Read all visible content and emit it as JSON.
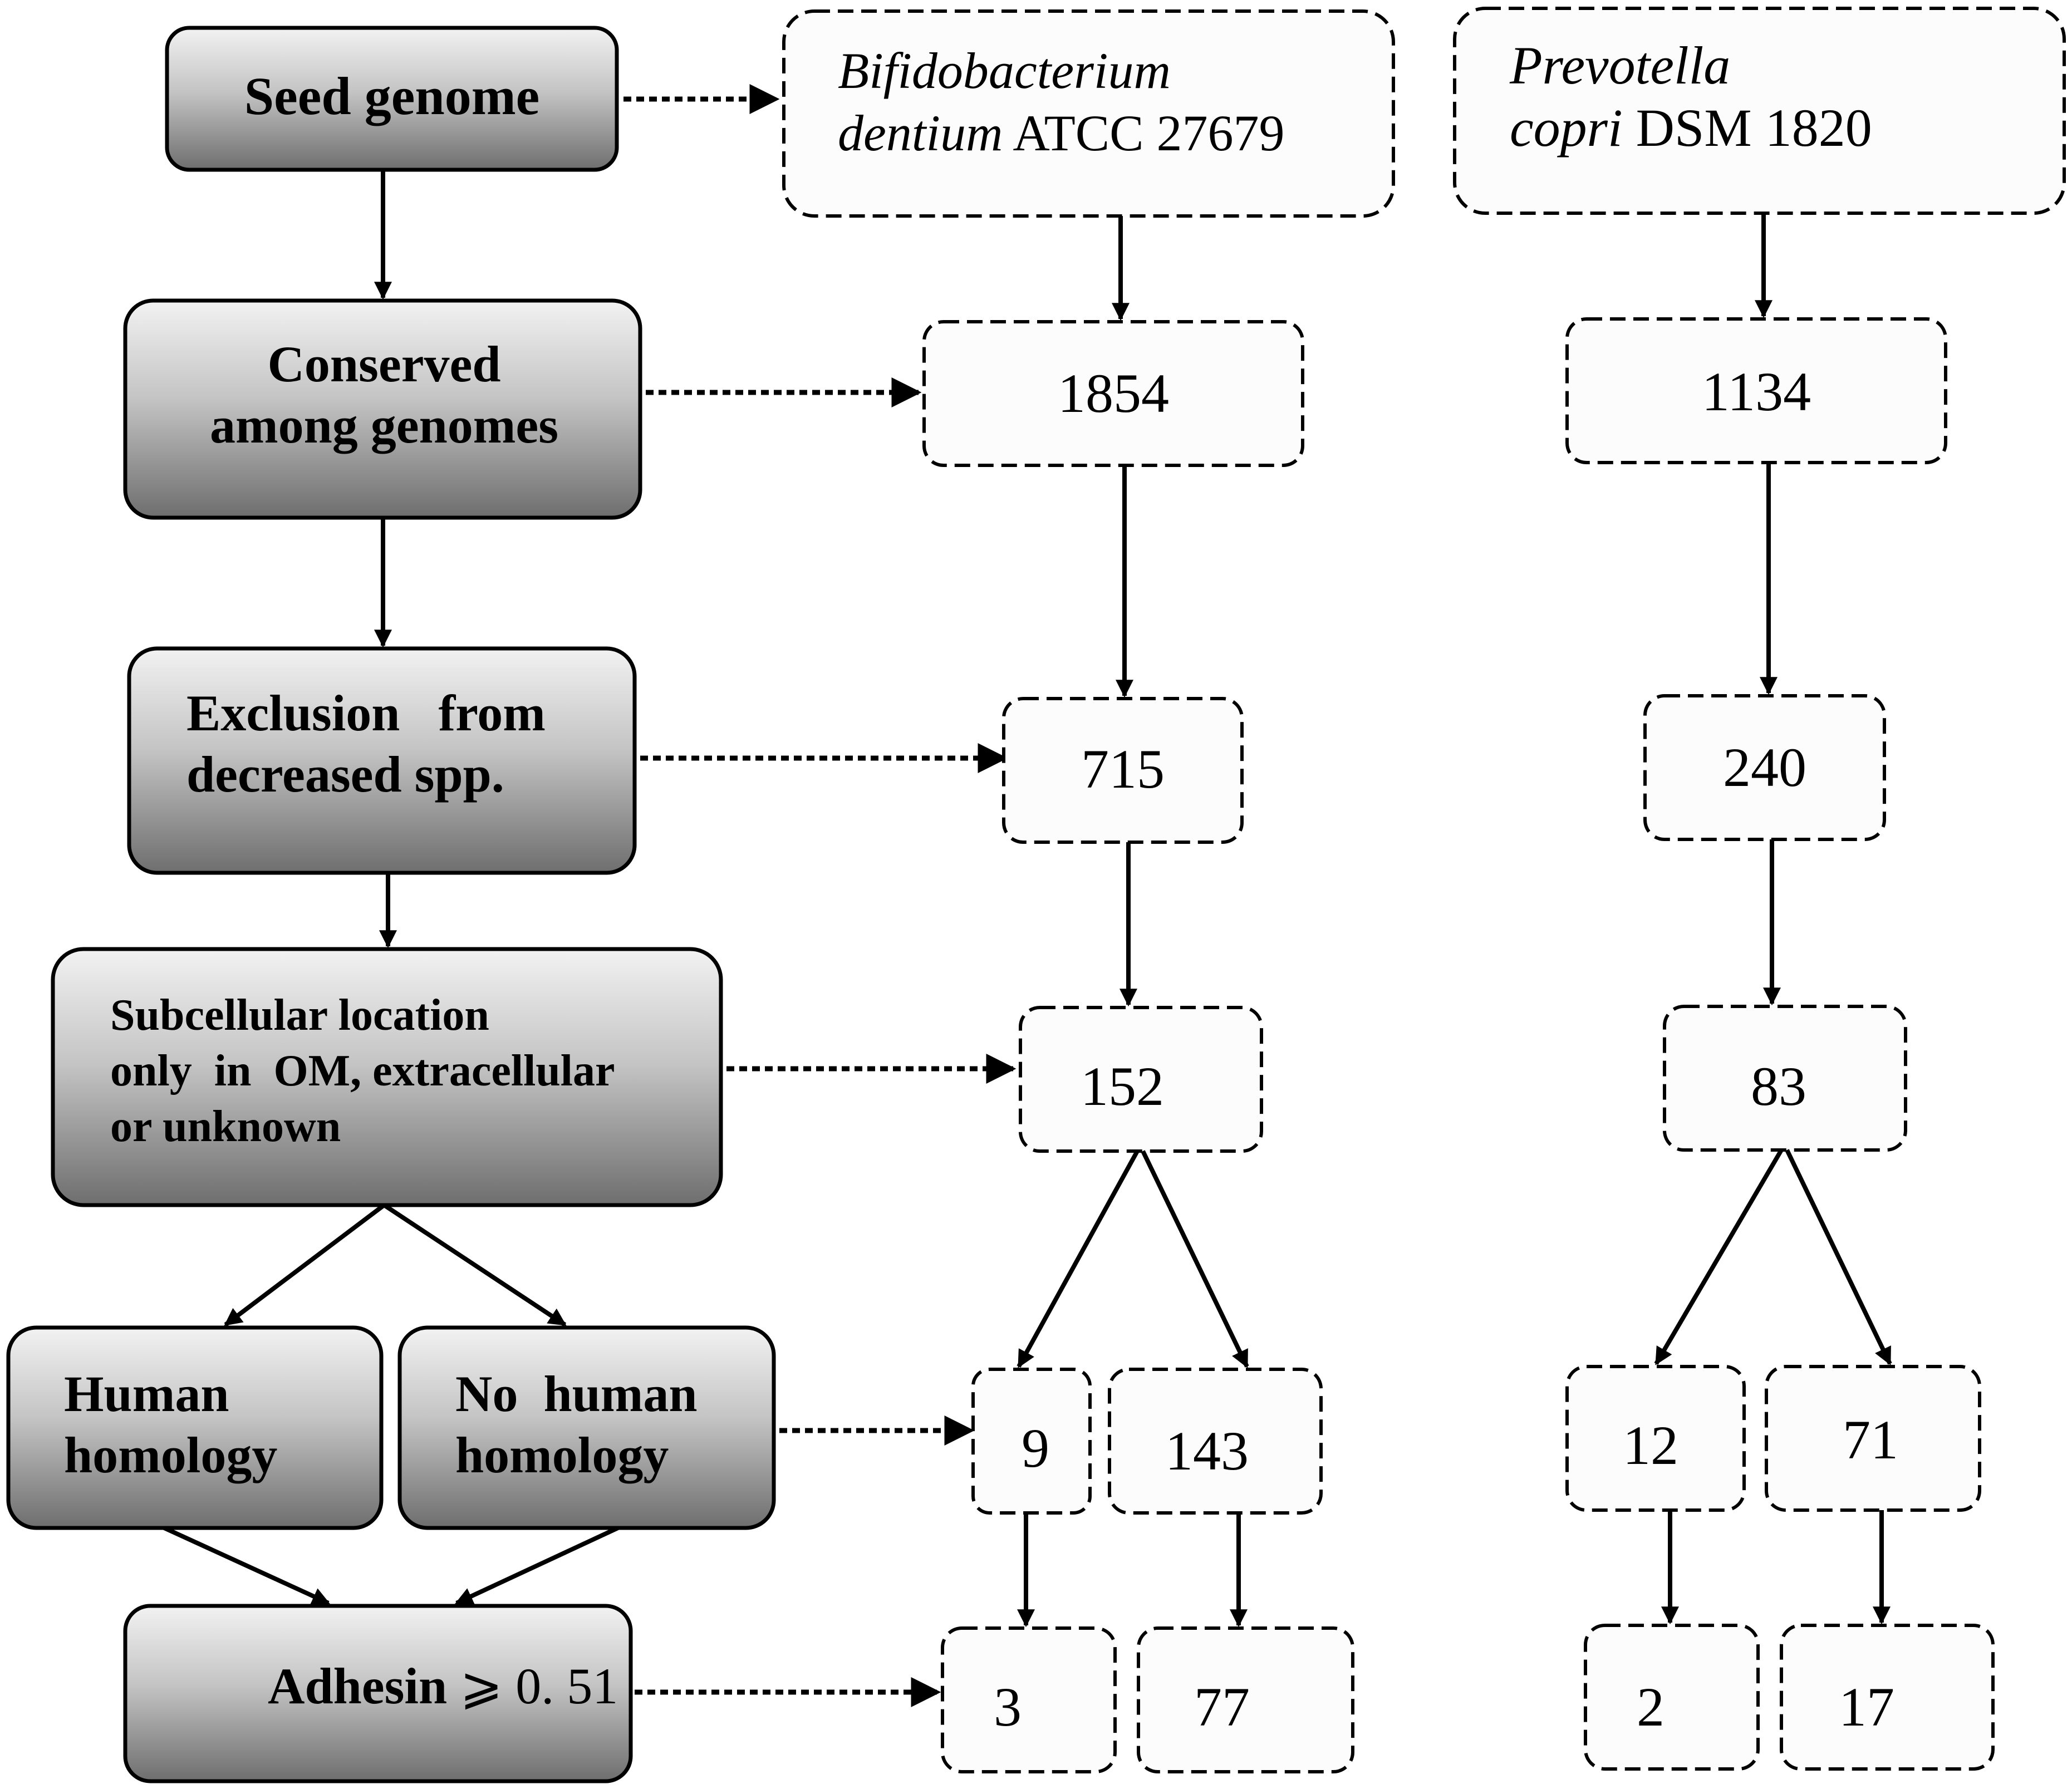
{
  "pipeline": {
    "steps": [
      {
        "id": "seed",
        "label_lines": [
          "Seed genome"
        ]
      },
      {
        "id": "conserved",
        "label_lines": [
          "Conserved",
          "among genomes"
        ]
      },
      {
        "id": "exclusion",
        "label_lines": [
          "Exclusion   from",
          "decreased spp."
        ]
      },
      {
        "id": "subcellular",
        "label_lines": [
          "Subcellular location",
          "only  in  OM, extracellular",
          "or unknown"
        ]
      },
      {
        "id": "human",
        "label_lines": [
          "Human",
          "homology"
        ]
      },
      {
        "id": "nohuman",
        "label_lines": [
          "No  human",
          "homology"
        ]
      },
      {
        "id": "adhesin",
        "label_prefix": "Adhesin ",
        "label_symbol": "⩾",
        "label_value": " 0. 51"
      }
    ]
  },
  "organisms": [
    {
      "genus": "Bifidobacterium",
      "species": "dentium",
      "strain": "ATCC 27679",
      "counts": {
        "conserved": "1854",
        "excluded": "715",
        "subcellular": "152",
        "human_homology": "9",
        "no_human_homology": "143",
        "adhesin_human": "3",
        "adhesin_no_human": "77"
      }
    },
    {
      "genus": "Prevotella",
      "species": "copri",
      "strain": "DSM 1820",
      "counts": {
        "conserved": "1134",
        "excluded": "240",
        "subcellular": "83",
        "human_homology": "12",
        "no_human_homology": "71",
        "adhesin_human": "2",
        "adhesin_no_human": "17"
      }
    }
  ],
  "colors": {
    "step_fill_top": "#f2f2f2",
    "step_fill_bottom": "#6e6e6e",
    "stroke": "#000000",
    "dashed_fill": "#fcfcfc"
  }
}
